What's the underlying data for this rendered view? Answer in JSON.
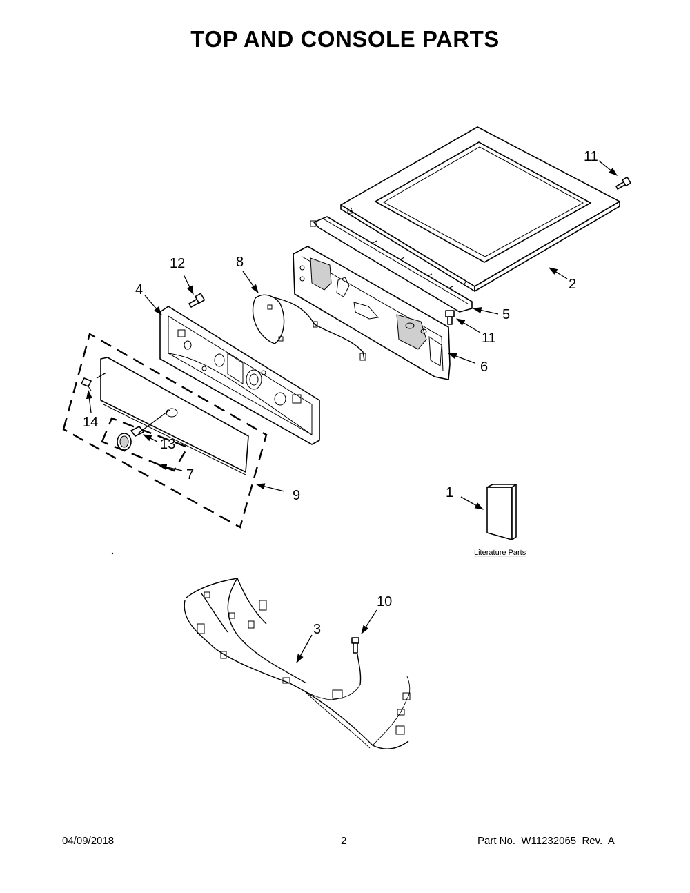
{
  "title": "TOP AND CONSOLE PARTS",
  "callouts": {
    "c1": "1",
    "c2": "2",
    "c3": "3",
    "c4": "4",
    "c5": "5",
    "c6": "6",
    "c7": "7",
    "c8": "8",
    "c9": "9",
    "c10": "10",
    "c11a": "11",
    "c11b": "11",
    "c12": "12",
    "c13": "13",
    "c14": "14"
  },
  "literature_caption": "Literature Parts",
  "footer": {
    "date": "04/09/2018",
    "page": "2",
    "part": "Part No.  W11232065  Rev.  A"
  }
}
